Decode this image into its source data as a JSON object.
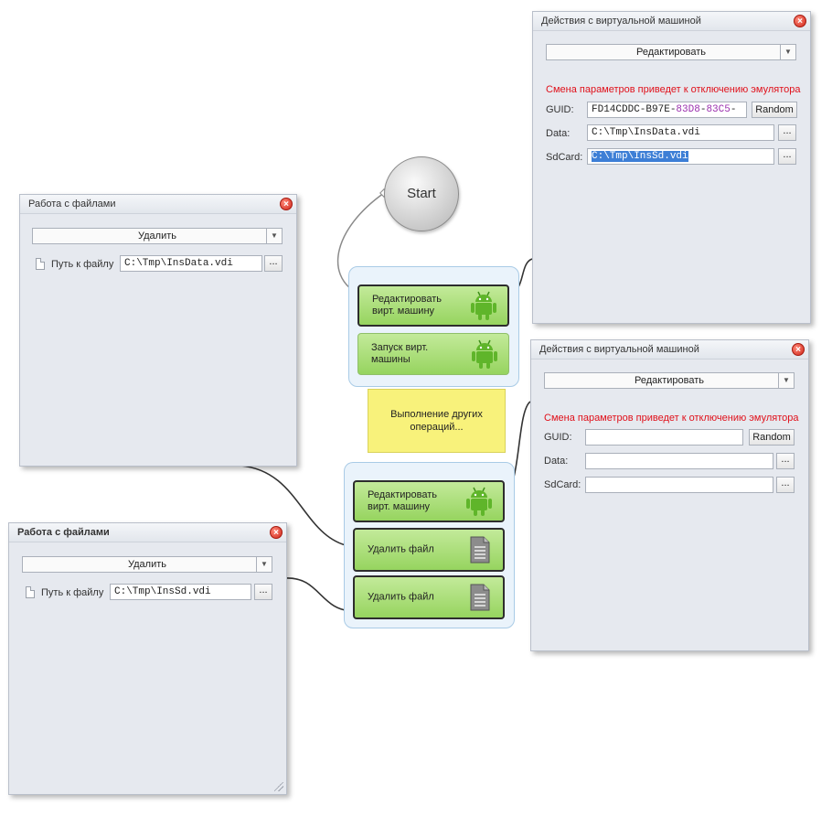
{
  "start_node": {
    "label": "Start"
  },
  "vm_panel_top": {
    "title": "Действия с виртуальной машиной",
    "action": "Редактировать",
    "warning": "Смена параметров приведет к отключению эмулятора",
    "guid_label": "GUID:",
    "guid_value_parts": [
      "FD14CDDC-B97E-",
      "83D8",
      "-",
      "83C5",
      "-"
    ],
    "random_button": "Random",
    "data_label": "Data:",
    "data_value": "C:\\Tmp\\InsData.vdi",
    "sdcard_label": "SdCard:",
    "sdcard_value": "C:\\Tmp\\InsSd.vdi",
    "browse_label": "..."
  },
  "vm_panel_bottom": {
    "title": "Действия с виртуальной машиной",
    "action": "Редактировать",
    "warning": "Смена параметров приведет к отключению эмулятора",
    "guid_label": "GUID:",
    "guid_value": "",
    "random_button": "Random",
    "data_label": "Data:",
    "data_value": "",
    "sdcard_label": "SdCard:",
    "sdcard_value": "",
    "browse_label": "..."
  },
  "file_panel_top": {
    "title": "Работа с файлами",
    "action": "Удалить",
    "path_label": "Путь к файлу",
    "path_value": "C:\\Tmp\\InsData.vdi",
    "browse_label": "..."
  },
  "file_panel_bottom": {
    "title": "Работа с файлами",
    "action": "Удалить",
    "path_label": "Путь к файлу",
    "path_value": "C:\\Tmp\\InsSd.vdi",
    "browse_label": "..."
  },
  "group_top": {
    "nodes": [
      {
        "label": "Редактировать вирт. машину",
        "icon": "android-icon"
      },
      {
        "label": "Запуск вирт. машины",
        "icon": "android-icon"
      }
    ]
  },
  "note": {
    "text": "Выполнение других операций..."
  },
  "group_bottom": {
    "nodes": [
      {
        "label": "Редактировать вирт. машину",
        "icon": "android-icon"
      },
      {
        "label": "Удалить файл",
        "icon": "document-icon"
      },
      {
        "label": "Удалить файл",
        "icon": "document-icon"
      }
    ]
  },
  "colors": {
    "warning_text": "#e0101a",
    "node_green": "#96d45f",
    "note_yellow": "#f8f27b",
    "group_blue": "#eaf3fb",
    "selection_blue": "#3d7fd6"
  }
}
